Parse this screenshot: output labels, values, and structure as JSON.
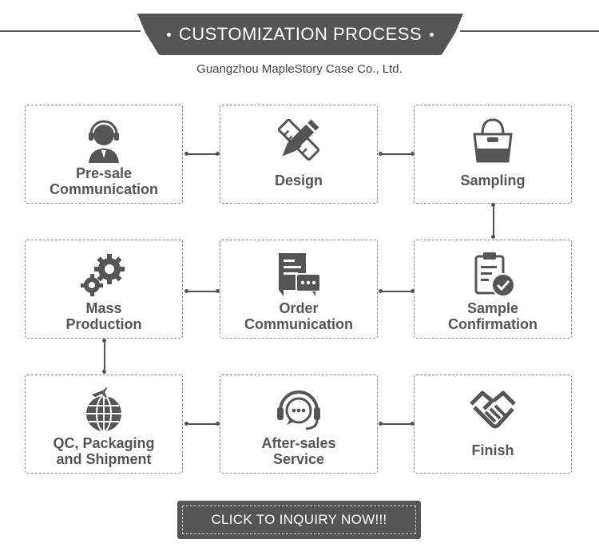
{
  "header": {
    "title": "CUSTOMIZATION PROCESS",
    "subtitle": "Guangzhou MapleStory Case Co., Ltd."
  },
  "steps": [
    {
      "label_line1": "Pre-sale",
      "label_line2": "Communication",
      "icon": "customer-service-icon"
    },
    {
      "label_line1": "Design",
      "label_line2": "",
      "icon": "pencil-ruler-icon"
    },
    {
      "label_line1": "Sampling",
      "label_line2": "",
      "icon": "handbag-icon"
    },
    {
      "label_line1": "Sample",
      "label_line2": "Confirmation",
      "icon": "clipboard-check-icon"
    },
    {
      "label_line1": "Order",
      "label_line2": "Communication",
      "icon": "chat-document-icon"
    },
    {
      "label_line1": "Mass",
      "label_line2": "Production",
      "icon": "gears-icon"
    },
    {
      "label_line1": "QC, Packaging",
      "label_line2": "and Shipment",
      "icon": "globe-plane-icon"
    },
    {
      "label_line1": "After-sales",
      "label_line2": "Service",
      "icon": "headset-chat-icon"
    },
    {
      "label_line1": "Finish",
      "label_line2": "",
      "icon": "handshake-icon"
    }
  ],
  "cta": {
    "label": "CLICK TO INQUIRY NOW!!!"
  },
  "colors": {
    "primary": "#555555",
    "background": "#ffffff",
    "border": "#8a8a8a"
  }
}
